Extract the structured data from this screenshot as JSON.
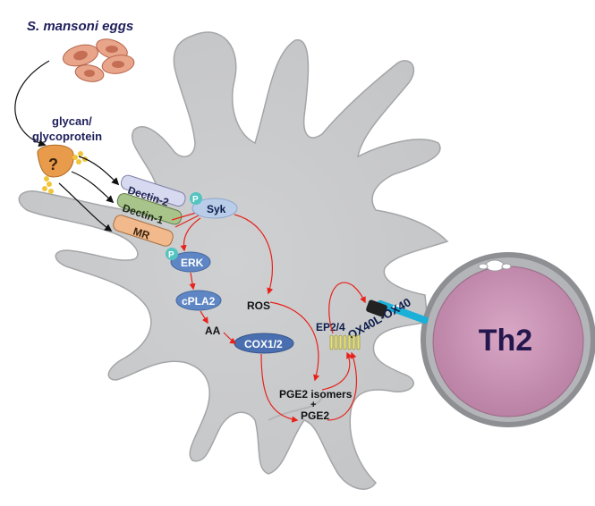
{
  "title": "S. mansoni eggs",
  "labels": {
    "glycan_line1": "glycan/",
    "glycan_line2": "glycoprotein",
    "question": "?",
    "dectin2": "Dectin-2",
    "dectin1": "Dectin-1",
    "mr": "MR",
    "phospho": "P",
    "syk": "Syk",
    "erk": "ERK",
    "cpla2": "cPLA2",
    "aa": "AA",
    "ros": "ROS",
    "cox": "COX1/2",
    "ep": "EP2/4",
    "pge_line1": "PGE2 isomers",
    "pge_line2": "+",
    "pge_line3": "PGE2",
    "ox40": "OX40L-OX40",
    "th2": "Th2"
  },
  "colors": {
    "cell_body": "#c8c9cb",
    "cell_edge": "#9fa0a3",
    "th2_fill": "#c98fb4",
    "th2_ring": "#8a8c90",
    "syk_fill": "#b9cde9",
    "erk_fill": "#5f86c4",
    "cox_fill": "#4a6fb0",
    "arrow_red": "#e8221b",
    "receptor_purple": "#d7d9f0",
    "receptor_green": "#a9c48a",
    "receptor_orange": "#f2ba8c",
    "ox40_cyan": "#1ab0d8",
    "egg_fill": "#e9a58a",
    "glycan_yellow": "#f0c53a",
    "text_navy": "#1f1f5c"
  }
}
